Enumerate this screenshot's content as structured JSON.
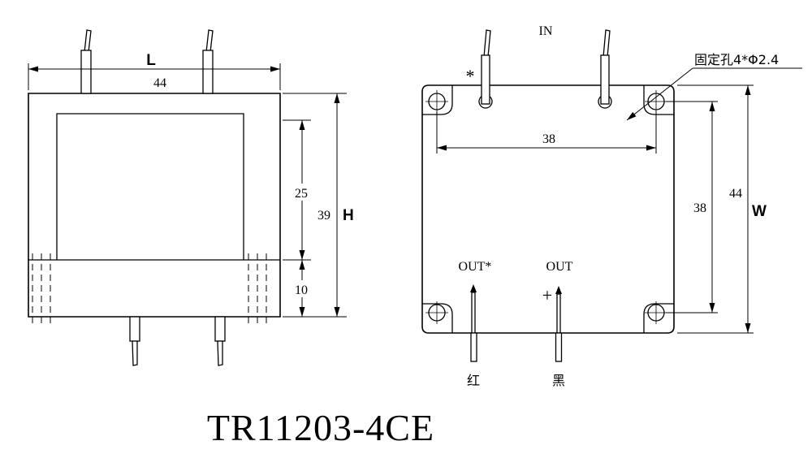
{
  "part_number": "TR11203-4CE",
  "front_view": {
    "width_label": "L",
    "width_value": "44",
    "window_height": "25",
    "base_height": "10",
    "height_value": "39",
    "height_label": "H"
  },
  "top_view": {
    "in_label": "IN",
    "star": "*",
    "plus": "+",
    "mounting_hole_note": "固定孔4*Φ2.4",
    "hole_spacing_horizontal": "38",
    "hole_spacing_vertical": "38",
    "height_value": "44",
    "height_label": "W",
    "out_star_label": "OUT*",
    "out_label": "OUT",
    "red_label": "红",
    "black_label": "黑"
  }
}
